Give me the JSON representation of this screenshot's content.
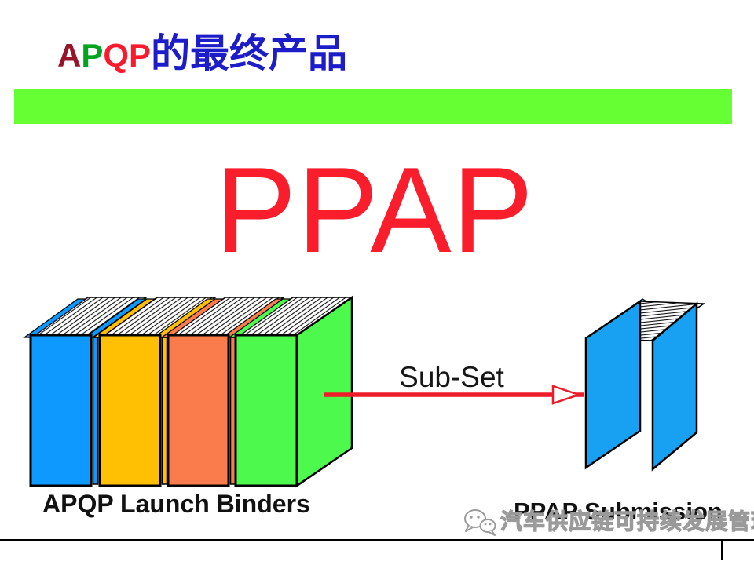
{
  "slide_title": {
    "segments": [
      {
        "text": "A",
        "color": "#96152B"
      },
      {
        "text": "P",
        "color": "#00A41E"
      },
      {
        "text": "Q",
        "color": "#FA1A2D"
      },
      {
        "text": "P",
        "color": "#FA1A2D"
      },
      {
        "text": "的最终产品",
        "color": "#1C1CC8"
      }
    ]
  },
  "banner": {
    "color": "#66FF33"
  },
  "hero": {
    "text": "PPAP",
    "color": "#FA1E2C"
  },
  "diagram": {
    "arrow": {
      "label": "Sub-Set",
      "color": "#EE1B28"
    },
    "left_binders": {
      "label": "APQP Launch Binders",
      "colors": {
        "blue": "#0D99FF",
        "gold": "#FFC003",
        "coral": "#FA7C4D",
        "green": "#4EF94E"
      }
    },
    "right_binder": {
      "label": "PPAP Submission",
      "color": "#18A0F2"
    }
  },
  "watermark": {
    "icon": "wechat-icon",
    "text": "汽车供应链可持续发展管理",
    "outline_color": "#9A9A9A"
  }
}
